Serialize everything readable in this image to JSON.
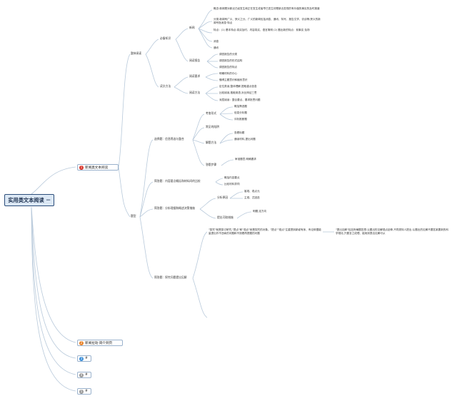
{
  "root": {
    "label": "实用类文本阅读"
  },
  "colors": {
    "line": "#b9cadb",
    "n1": "#d9352b",
    "n2": "#e8832a",
    "n3": "#3d8fd8",
    "n4": "#9a9a9a",
    "n5": "#9a9a9a"
  },
  "branches": [
    {
      "num": "1",
      "label": "新闻类文本阅读"
    },
    {
      "num": "2",
      "label": "新闻拉动·简介到页"
    },
    {
      "num": "3",
      "label": "#"
    },
    {
      "num": "4",
      "label": "#"
    },
    {
      "num": "5",
      "label": "#"
    }
  ],
  "nodes": {
    "zhengti": "整体阅读",
    "bibei": "必备知识",
    "xinwen": "新闻",
    "gainian": "概念:新闻是对新近已经发生和正在发生或者早已发生却是新近发现的有价值的事实的及时报道",
    "fenlei": "分类:新闻有广义、狭义之分。广义的新闻包括消息、通讯、特写、报告文学、访谈等;狭义的新闻专指消息·特点",
    "tedian": "特点：(1) 基本特点:真实及时、内容真实、语言简明 (2) 题出新的特点：前事实·及场",
    "xiaoxi": "消息",
    "tongxun": "通讯",
    "yuedu_baogao": "阅读报告",
    "bg1": "调查报告的分类",
    "bg2": "调查报告的形式结构",
    "bg3": "调查报告的特点",
    "duwen": "读文方法",
    "yuedu_yaoqiu": "阅读要求",
    "yq1": "明确材料的中心",
    "yq2": "懂得主题意识和缩系意识",
    "yuedu_fangfa": "阅读方法",
    "ff1": "定位类读,整体理解,提取重点信息",
    "ff2": "比较阅读,推敲用语,对比辩证三思",
    "ff3": "深层阅读：整合要点、要求批思问题",
    "tixing": "题型",
    "xuanze": "选择题：信息筛选与整合",
    "kaocha": "考查形式",
    "kc1": "概括筛选题",
    "kc2": "信息分析题",
    "kc3": "评析推断题",
    "changjian": "常见的陷阱",
    "jieti_fangfa": "解题方法",
    "jf1": "查看标题",
    "jf2": "通读材料,提出问题",
    "jieti_buzhou": "答题步骤",
    "jb1": "审准题意,明确要求",
    "jianda1": "简答题：内容要点概括和材料间的比较",
    "jd1a": "概括内容要点",
    "jd1b": "比较材料异同",
    "jianda2": "简答题：分析理据和概述决策措施",
    "fenxi_yuanyin": "分析原因",
    "fy1": "客观、观点元",
    "fy2": "主观、尤因选",
    "tichu": "提出可取措施",
    "tc1": "明题,定方向",
    "jianda3": "简答题：探究问题提出见解",
    "tanjiu": "\"探究\"就是探讨研究,\"提点\"和\"观点\"就是探究的对象。\"提点\"\"观点\"注重提到新颖有序、有论辩据能量提出作不违肯的问题和不按着再提题的问题",
    "jiejue": "\"提出见解\"包括所阐题答想-认题出的见解观点延伸,不同类特人提出-认题出的见解不要答某要新的科学规化,只要言之成理、能用到提出见解可从"
  }
}
